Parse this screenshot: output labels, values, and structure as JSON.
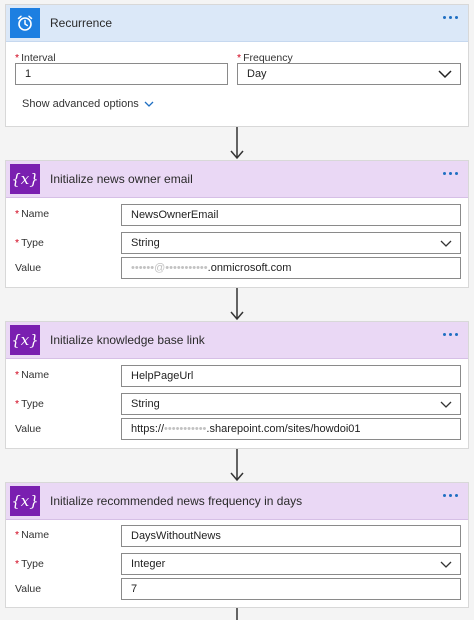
{
  "recurrence": {
    "title": "Recurrence",
    "interval_label": "Interval",
    "interval_value": "1",
    "frequency_label": "Frequency",
    "frequency_value": "Day",
    "advanced_label": "Show advanced options"
  },
  "steps": [
    {
      "title": "Initialize news owner email",
      "name_label": "Name",
      "name_value": "NewsOwnerEmail",
      "type_label": "Type",
      "type_value": "String",
      "value_label": "Value",
      "value_prefix": "",
      "value_masked": "••••••@•••••••••••",
      "value_suffix": ".onmicrosoft.com"
    },
    {
      "title": "Initialize knowledge base link",
      "name_label": "Name",
      "name_value": "HelpPageUrl",
      "type_label": "Type",
      "type_value": "String",
      "value_label": "Value",
      "value_prefix": "https://",
      "value_masked": "•••••••••••",
      "value_suffix": ".sharepoint.com/sites/howdoi01"
    },
    {
      "title": "Initialize recommended news frequency in days",
      "name_label": "Name",
      "name_value": "DaysWithoutNews",
      "type_label": "Type",
      "type_value": "Integer",
      "value_label": "Value",
      "value_prefix": "7",
      "value_masked": "",
      "value_suffix": ""
    }
  ],
  "colors": {
    "recurrence_header": "#dbe8f8",
    "recurrence_icon": "#1d7fe1",
    "variable_header": "#ead8f5",
    "variable_icon": "#7a1fb0",
    "required_marker": "#d0021b",
    "menu_dots": "#1f6fc2"
  },
  "icons": {
    "recurrence": "alarm-clock-icon",
    "variable": "curly-brace-x-icon",
    "menu": "ellipsis-icon",
    "dropdown": "chevron-down-icon",
    "connector": "arrow-down-icon"
  }
}
